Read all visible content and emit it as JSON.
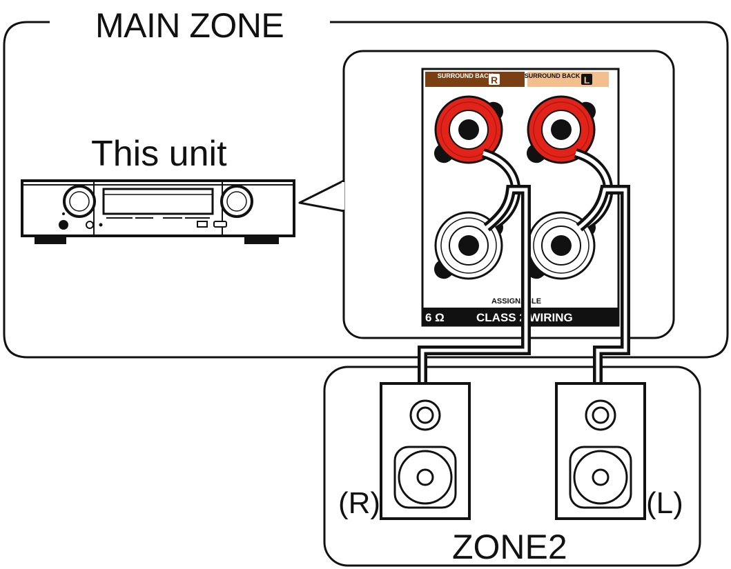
{
  "labels": {
    "main_zone": "MAIN ZONE",
    "this_unit": "This unit",
    "zone2": "ZONE2",
    "speaker_right": "(R)",
    "speaker_left": "(L)"
  },
  "terminal_panel": {
    "right_channel_header": "SURROUND BACK",
    "right_channel_badge": "R",
    "left_channel_header": "SURROUND BACK",
    "left_channel_badge": "L",
    "assignable_label": "ASSIGNABLE",
    "impedance_label": "6 Ω",
    "wiring_label": "CLASS 2 WIRING"
  },
  "colors": {
    "right_header": "#7a3f12",
    "left_header": "#f3c08d",
    "terminal_red": "#e2231a",
    "outline": "#111111"
  }
}
